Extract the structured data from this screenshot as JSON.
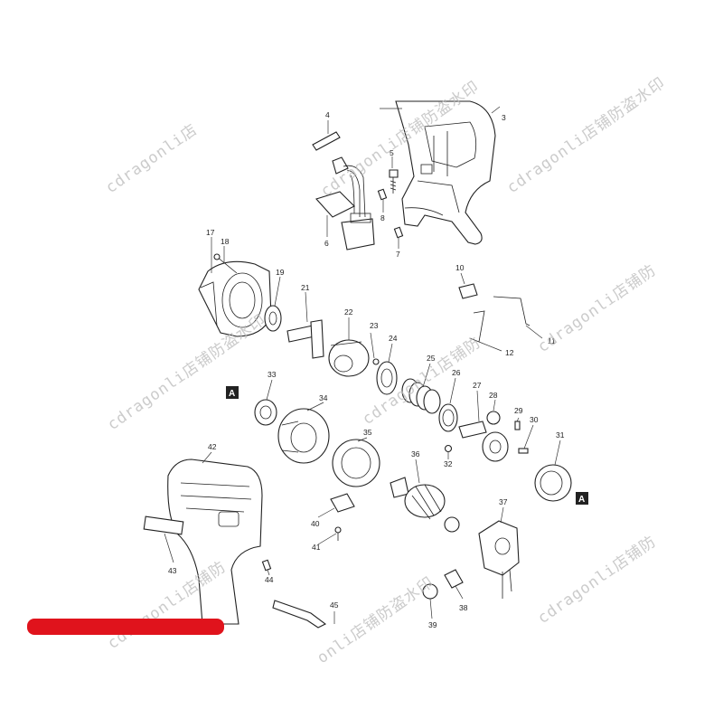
{
  "diagram": {
    "part_numbers": [
      "3",
      "4",
      "5",
      "6",
      "7",
      "8",
      "10",
      "11",
      "12",
      "17",
      "18",
      "19",
      "21",
      "22",
      "23",
      "24",
      "25",
      "26",
      "27",
      "28",
      "29",
      "30",
      "31",
      "32",
      "33",
      "34",
      "35",
      "36",
      "37",
      "38",
      "39",
      "40",
      "41",
      "42",
      "43",
      "44",
      "45"
    ],
    "callout_marker": "A",
    "watermark_texts": [
      "cdragonli店",
      "cdragonli店铺防盗水印",
      "cdragonli店铺防盗水印",
      "cdragonli店铺防",
      "cdragonli店铺防盗水印",
      "cdragonli店铺防",
      "cdragonli店铺防",
      "onli店铺防盗水印",
      "cdragonli店铺防"
    ],
    "colors": {
      "background": "#ffffff",
      "line": "#222222",
      "callout_fill": "#222222",
      "bottom_bar": "#e0131c"
    }
  }
}
